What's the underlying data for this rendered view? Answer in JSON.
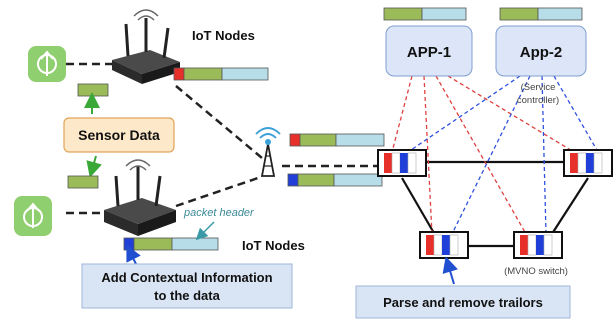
{
  "labels": {
    "iot_nodes_top": "IoT Nodes",
    "iot_nodes_bottom": "IoT Nodes",
    "sensor_data": "Sensor Data",
    "packet_header": "packet header",
    "contextual_line1": "Add Contextual Information",
    "contextual_line2": "to the data",
    "app1": "APP-1",
    "app2": "App-2",
    "service_controller_line1": "(Service",
    "service_controller_line2": "controller)",
    "mvno_switch": "(MVNO switch)",
    "parse_remove": "Parse and remove trailors"
  },
  "colors": {
    "packet_green": "#9bbb59",
    "packet_blue": "#b7dde8",
    "trailer_red": "#e8302a",
    "trailer_blue": "#1f3fd8",
    "app_box": "#dce6f8",
    "app_border": "#7f9fd0",
    "sensor_fill": "#fde9c9",
    "sensor_border": "#e3a35a",
    "note_fill": "#d9e5f5",
    "note_border": "#9fb7d9",
    "sensor_icon": "#8fcf6f",
    "red_link": "#e04040",
    "blue_link": "#3050e0",
    "arrow_green": "#3aa836"
  }
}
